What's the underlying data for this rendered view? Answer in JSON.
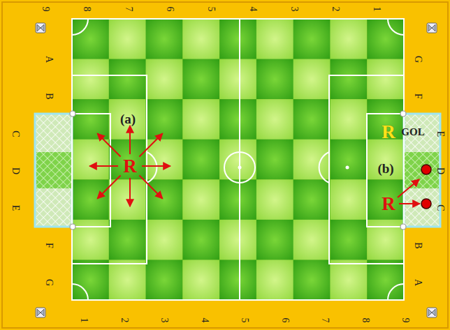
{
  "diagram": {
    "labels": [
      "9",
      "8",
      "7",
      "6",
      "5",
      "4",
      "3",
      "2",
      "1",
      "1",
      "2",
      "3",
      "4",
      "5",
      "6",
      "7",
      "8",
      "9",
      "A",
      "B",
      "C",
      "D",
      "E",
      "F",
      "G",
      "G",
      "F",
      "E",
      "D",
      "C",
      "B",
      "A",
      "(a)",
      "R",
      "R",
      "GOL",
      "(b)",
      "R"
    ]
  }
}
